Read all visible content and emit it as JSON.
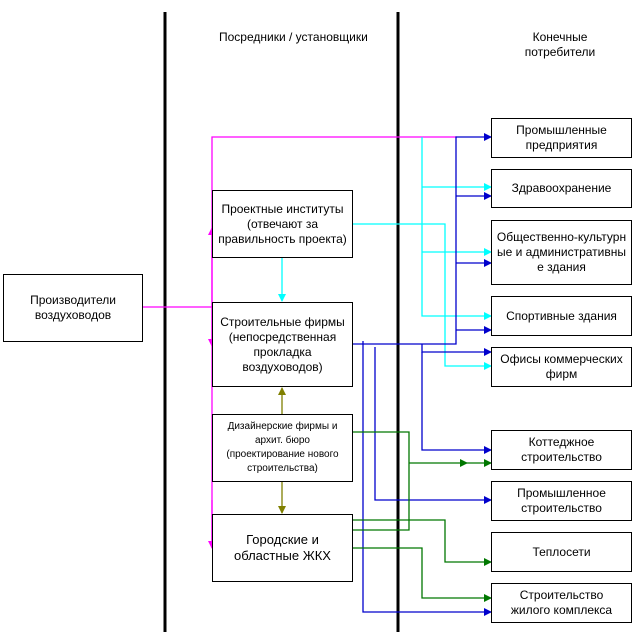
{
  "headers": {
    "intermediaries": "Посредники / установщики",
    "consumers": "Конечные потребители"
  },
  "colors": {
    "divider": "#000000",
    "manufacturer_flow": "#ff00ff",
    "design_institute_flow": "#00ffff",
    "construction_flow": "#0000cc",
    "designer_flow": "#808000",
    "housing_flow": "#007700"
  },
  "nodes": {
    "manufacturers": "Производители воздуховодов",
    "design_institutes": "Проектные институты (отвечают за правильность проекта)",
    "construction_firms": "Строительные фирмы (непосредственная прокладка воздуховодов)",
    "designer_firms": "Дизайнерские фирмы и архит. бюро (проектирование нового строительства)",
    "housing_utilities": "Городские и областные ЖКХ",
    "industrial_enterprises": "Промышленные предприятия",
    "healthcare": "Здравоохранение",
    "public_buildings": "Общественно-культурные и административные здания",
    "sports_buildings": "Спортивные здания",
    "commercial_offices": "Офисы коммерческих фирм",
    "cottage_construction": "Коттеджное строительство",
    "industrial_construction": "Промышленное строительство",
    "heating_networks": "Теплосети",
    "residential_complex": "Строительство жилого комплекса"
  },
  "edges": [
    {
      "from": "manufacturers",
      "to": "industrial_enterprises",
      "color": "manufacturer_flow"
    },
    {
      "from": "manufacturers",
      "to": "design_institutes",
      "color": "manufacturer_flow"
    },
    {
      "from": "manufacturers",
      "to": "construction_firms",
      "color": "manufacturer_flow"
    },
    {
      "from": "manufacturers",
      "to": "housing_utilities",
      "color": "manufacturer_flow"
    },
    {
      "from": "design_institutes",
      "to": "construction_firms",
      "color": "design_institute_flow"
    },
    {
      "from": "design_institutes",
      "to": "healthcare",
      "color": "design_institute_flow"
    },
    {
      "from": "design_institutes",
      "to": "public_buildings",
      "color": "design_institute_flow"
    },
    {
      "from": "design_institutes",
      "to": "sports_buildings",
      "color": "design_institute_flow"
    },
    {
      "from": "design_institutes",
      "to": "commercial_offices",
      "color": "design_institute_flow"
    },
    {
      "from": "construction_firms",
      "to": "industrial_enterprises",
      "color": "construction_flow"
    },
    {
      "from": "construction_firms",
      "to": "healthcare",
      "color": "construction_flow"
    },
    {
      "from": "construction_firms",
      "to": "public_buildings",
      "color": "construction_flow"
    },
    {
      "from": "construction_firms",
      "to": "sports_buildings",
      "color": "construction_flow"
    },
    {
      "from": "construction_firms",
      "to": "commercial_offices",
      "color": "construction_flow"
    },
    {
      "from": "construction_firms",
      "to": "cottage_construction",
      "color": "construction_flow"
    },
    {
      "from": "construction_firms",
      "to": "industrial_construction",
      "color": "construction_flow"
    },
    {
      "from": "construction_firms",
      "to": "residential_complex",
      "color": "construction_flow"
    },
    {
      "from": "designer_firms",
      "to": "construction_firms",
      "color": "designer_flow"
    },
    {
      "from": "designer_firms",
      "to": "housing_utilities",
      "color": "designer_flow"
    },
    {
      "from": "designer_firms",
      "to": "cottage_construction",
      "color": "housing_flow"
    },
    {
      "from": "housing_utilities",
      "to": "cottage_construction",
      "color": "housing_flow"
    },
    {
      "from": "housing_utilities",
      "to": "heating_networks",
      "color": "housing_flow"
    },
    {
      "from": "housing_utilities",
      "to": "residential_complex",
      "color": "housing_flow"
    }
  ]
}
